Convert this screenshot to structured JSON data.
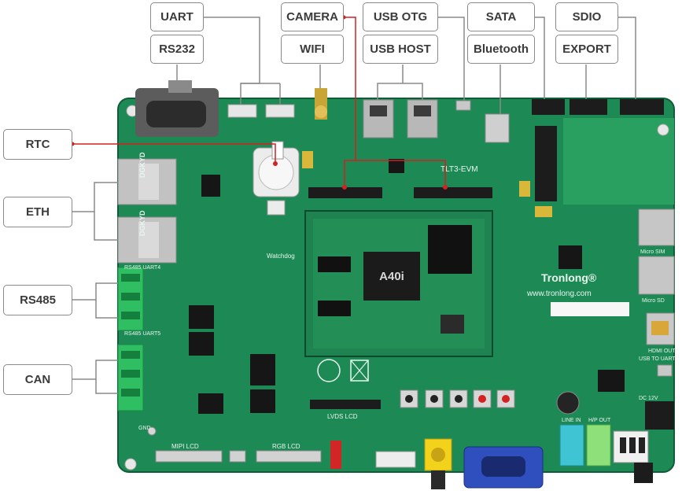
{
  "labels": {
    "uart": "UART",
    "rs232": "RS232",
    "camera": "CAMERA",
    "wifi": "WIFI",
    "usb_otg": "USB OTG",
    "usb_host": "USB HOST",
    "sata": "SATA",
    "bluetooth": "Bluetooth",
    "sdio": "SDIO",
    "export": "EXPORT",
    "rtc": "RTC",
    "eth": "ETH",
    "rs485": "RS485",
    "can": "CAN"
  },
  "board": {
    "model": "TLT3-EVM",
    "cpu": "A40i",
    "brand": "Tronlong®",
    "website": "www.tronlong.com",
    "lvds_label": "LVDS LCD",
    "rgb_label": "RGB LCD",
    "mipi_label": "MIPI LCD",
    "watchdog_label": "Watchdog",
    "hdmi_label": "HDMI OUT",
    "micro_sd_label": "Micro SD",
    "micro_sim_label": "Micro SIM",
    "usb_uart_label": "USB TO UART",
    "dc_label": "DC 12V",
    "uart4_label": "RS485 UART4",
    "uart5_label": "RS485 UART5",
    "rj45_label": "DGKYD",
    "gnd_label": "GND",
    "line_label": "LINE IN",
    "hp_label": "H/P OUT"
  },
  "colors": {
    "pcb": "#1d8a55",
    "pcb_dark": "#146b40",
    "leader": "#8a8a8a",
    "red_leader": "#d42020",
    "connector_green": "#2fbf62"
  }
}
